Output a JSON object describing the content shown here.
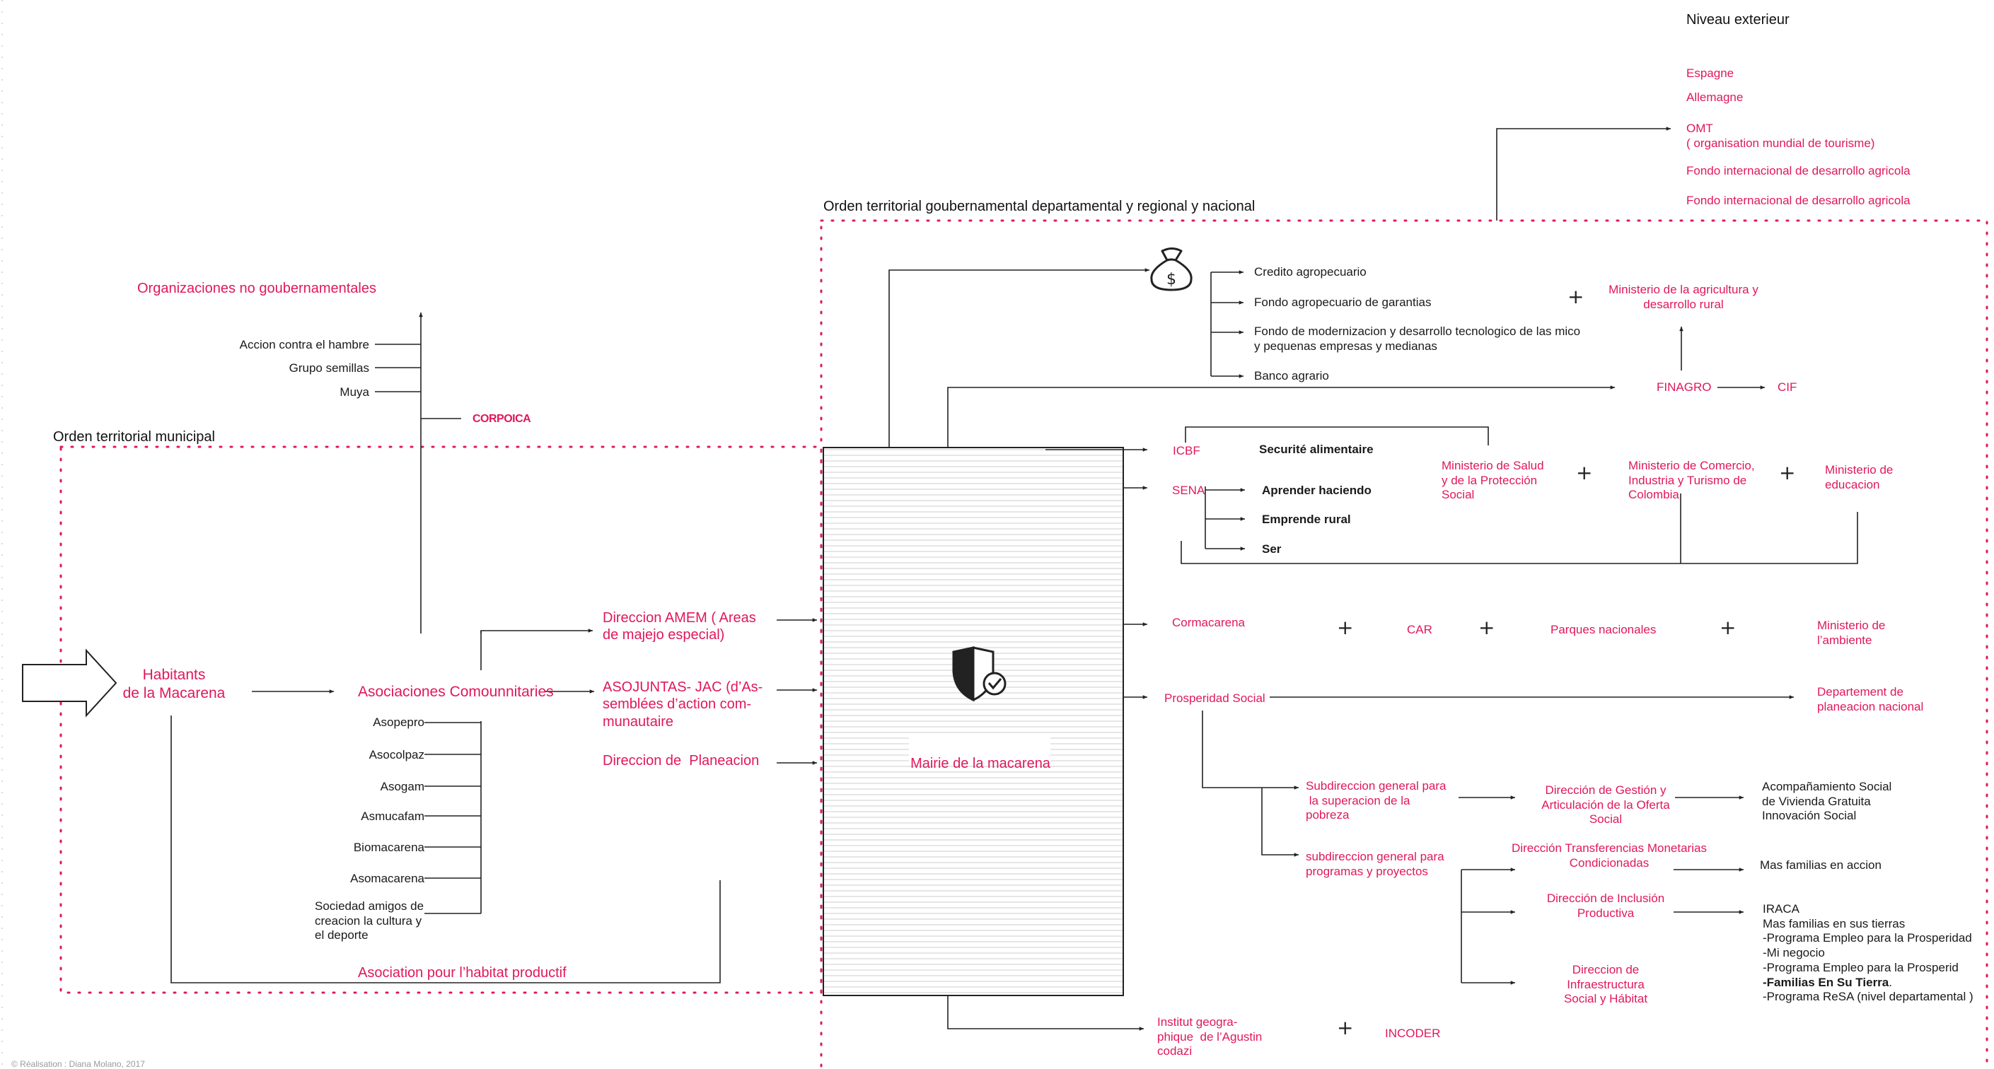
{
  "headers": {
    "niveau_exterieur": "Niveau exterieur",
    "orden_territorial_gob": "Orden territorial goubernamental departamental y regional y nacional",
    "orden_territorial_municipal": "Orden territorial municipal"
  },
  "exterior": {
    "espagne": "Espagne",
    "allemagne": "Allemagne",
    "omt": "OMT\n( organisation mundial de tourisme)",
    "fondo1": "Fondo internacional de desarrollo agricola",
    "fondo2": "Fondo internacional de desarrollo agricola"
  },
  "ngo": {
    "title": "Organizaciones no goubernamentales",
    "items": [
      "Accion contra el hambre",
      "Grupo semillas",
      "Muya"
    ],
    "corpoica": "CORPOICA"
  },
  "local": {
    "habitants": "Habitants\nde la Macarena",
    "asociaciones": "Asociaciones Comounnitaries",
    "asociaciones_list": [
      "Asopepro",
      "Asocolpaz",
      "Asogam",
      "Asmucafam",
      "Biomacarena",
      "Asomacarena",
      "Sociedad amigos de\ncreacion la cultura y\nel deporte"
    ],
    "asociation_habitat": "Asociation pour l’habitat productif",
    "direccion_amem": "Direccion AMEM ( Areas\nde majejo especial)",
    "asojuntas": "ASOJUNTAS- JAC (d’As-\nsemblées d’action com-\nmunautaire",
    "direccion_planeacion": "Direccion de  Planeacion",
    "mairie": "Mairie de la macarena"
  },
  "finance": {
    "credito": "Credito agropecuario",
    "fondo_garantias": "Fondo agropecuario de garantias",
    "fondo_modernizacion": "Fondo de modernizacion y desarrollo tecnologico de las mico\ny pequenas empresas y medianas",
    "banco": "Banco agrario",
    "ministerio_agricultura": "Ministerio de la agricultura y\ndesarrollo rural",
    "finagro": "FINAGRO",
    "cif": "CIF"
  },
  "social": {
    "icbf": "ICBF",
    "securite": "Securité alimentaire",
    "sena": "SENA",
    "aprender": "Aprender haciendo",
    "emprende": "Emprende rural",
    "ser": "Ser",
    "min_salud": "Ministerio de Salud\ny de la Protección\nSocial",
    "min_comercio": "Ministerio de Comercio,\nIndustria y Turismo de\nColombia",
    "min_educacion": "Ministerio de\neducacion"
  },
  "environment": {
    "cormacarena": "Cormacarena",
    "car": "CAR",
    "parques": "Parques nacionales",
    "min_ambiente": "Ministerio de\nl’ambiente"
  },
  "prosperidad": {
    "prosperidad_social": "Prosperidad Social",
    "departement": "Departement de\nplaneacion nacional",
    "subdir_pobreza": "Subdireccion general para\n la superacion de la\npobreza",
    "subdir_programas": "subdireccion general para\nprogramas y proyectos",
    "dir_gestion": "Dirección de Gestión y\nArticulación de la Oferta\nSocial",
    "acompanamiento": "Acompañamiento Social\nde Vivienda Gratuita\nInnovación Social",
    "dir_transferencias": "Dirección Transferencias Monetarias\nCondicionadas",
    "mas_familias_accion": "Mas familias en accion",
    "dir_inclusion": "Dirección de Inclusión\nProductiva",
    "iraca_pre": "IRACA\nMas familias en sus tierras\n-Programa Empleo para la Prosperidad\n-Mi negocio\n-Programa Empleo para la Prosperid\n",
    "iraca_bold": "-Familias En Su Tierra",
    "iraca_dot": ".",
    "iraca_post": "-Programa ReSA (nivel departamental )",
    "dir_infraestructura": "Direccion de\nInfraestructura\nSocial y Hábitat"
  },
  "bottom": {
    "institut": "Institut geogra-\nphique  de l’Agustin\ncodazi",
    "incoder": "INCODER"
  },
  "credit": "© Réalisation : Diana Molano, 2017",
  "colors": {
    "accent_pink": "#e0185a",
    "text": "#1a1a1a",
    "line": "#222222"
  },
  "icons": [
    "money-bag-icon",
    "shield-check-icon",
    "big-arrow-icon"
  ]
}
